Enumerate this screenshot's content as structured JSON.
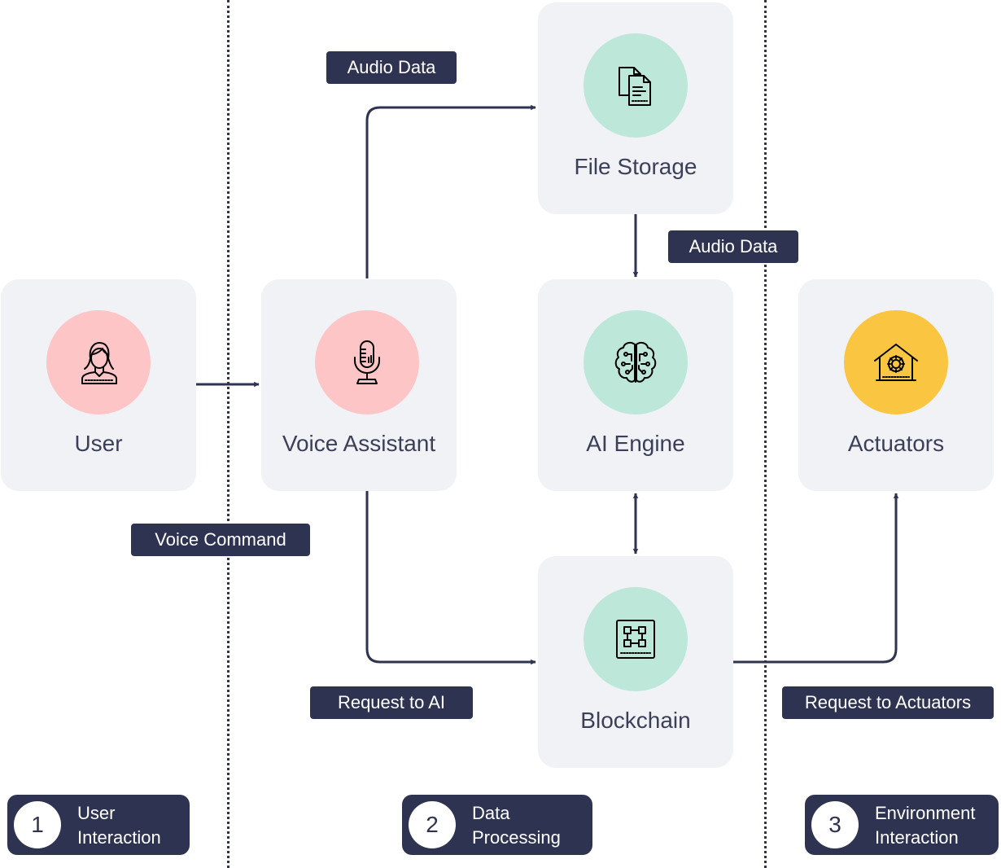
{
  "nodes": {
    "user": {
      "label": "User",
      "icon": "user-icon"
    },
    "voice_assistant": {
      "label": "Voice Assistant",
      "icon": "microphone-icon"
    },
    "file_storage": {
      "label": "File Storage",
      "icon": "documents-icon"
    },
    "ai_engine": {
      "label": "AI Engine",
      "icon": "brain-icon"
    },
    "blockchain": {
      "label": "Blockchain",
      "icon": "blockchain-chip-icon"
    },
    "actuators": {
      "label": "Actuators",
      "icon": "smart-home-gear-icon"
    }
  },
  "edges": {
    "voice_command": "Voice Command",
    "audio_data_to_storage": "Audio Data",
    "audio_data_to_ai": "Audio Data",
    "request_to_ai": "Request to AI",
    "request_to_actuators": "Request to Actuators"
  },
  "phases": [
    {
      "number": "1",
      "title": "User\nInteraction"
    },
    {
      "number": "2",
      "title": "Data\nProcessing"
    },
    {
      "number": "3",
      "title": "Environment\nInteraction"
    }
  ],
  "colors": {
    "node_bg": "#f1f2f6",
    "navy": "#2e3352",
    "pink": "#fdc5c6",
    "mint": "#bde7d8",
    "amber": "#fac641"
  }
}
